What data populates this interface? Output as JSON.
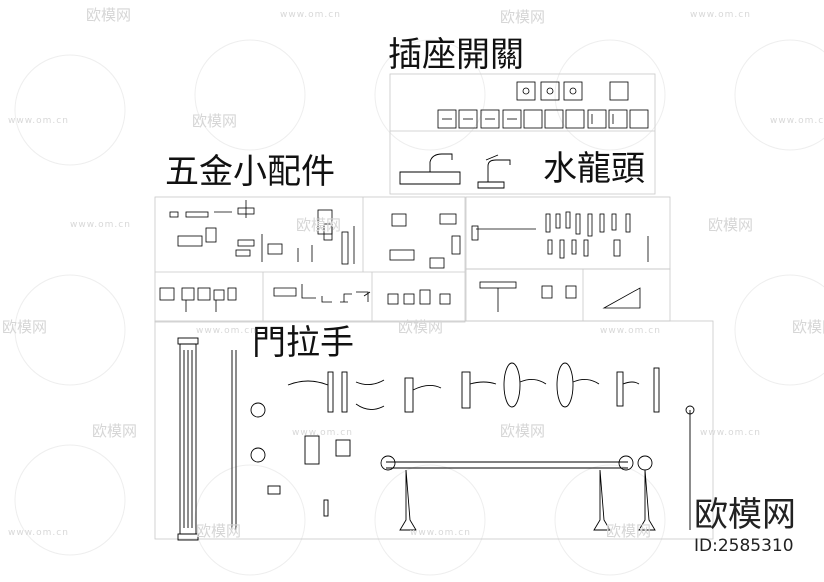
{
  "sections": {
    "sockets_switches": "插座開關",
    "hardware_accessories": "五金小配件",
    "faucets": "水龍頭",
    "door_handles": "門拉手"
  },
  "brand": {
    "logo_text": "欧模网",
    "id_text": "ID:2585310"
  },
  "watermarks": {
    "brand_text": "欧模网",
    "url_text": "www.om.cn"
  },
  "colors": {
    "line": "#000000",
    "watermark": "#d6d6d6",
    "frame": "#cccccc"
  }
}
